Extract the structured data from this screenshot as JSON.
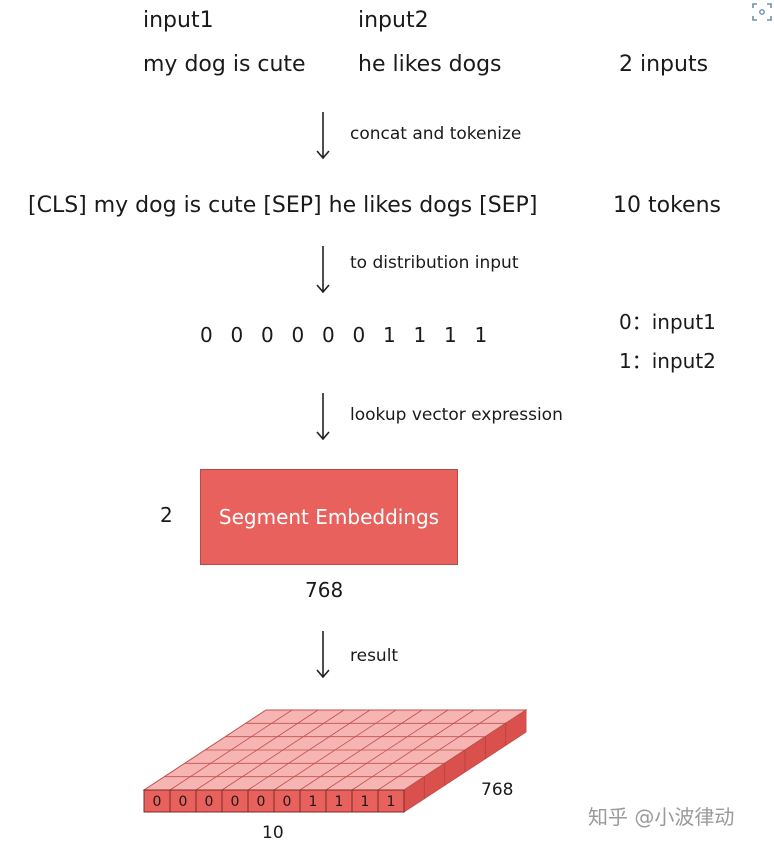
{
  "inputs": {
    "input1_label": "input1",
    "input2_label": "input2",
    "input1_text": "my dog is cute",
    "input2_text": "he likes dogs",
    "count_label": "2 inputs"
  },
  "steps": {
    "step1": "concat and tokenize",
    "step2": "to distribution input",
    "step3": "lookup vector expression",
    "step4": "result"
  },
  "tokens": {
    "sequence": "[CLS] my dog is cute [SEP] he likes dogs [SEP]",
    "count_label": "10 tokens"
  },
  "segment_ids": {
    "values": [
      0,
      0,
      0,
      0,
      0,
      0,
      1,
      1,
      1,
      1
    ],
    "legend": [
      "0：input1",
      "1：input2"
    ]
  },
  "embedding": {
    "label": "Segment Embeddings",
    "rows": "2",
    "dim": "768"
  },
  "result": {
    "values": [
      0,
      0,
      0,
      0,
      0,
      0,
      1,
      1,
      1,
      1
    ],
    "depth_label": "768",
    "width_label": "10"
  },
  "watermark": "知乎 @小波律动",
  "colors": {
    "box_fill": "#e8615d",
    "cube_front": "#e8615d",
    "cube_top": "#f6b5b2",
    "cube_side": "#d9504c",
    "grid_line": "#c0504c"
  }
}
